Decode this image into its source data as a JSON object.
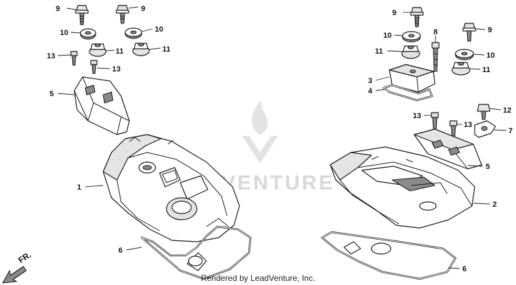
{
  "callouts": {
    "p9_a": "9",
    "p9_b": "9",
    "p10_a": "10",
    "p10_b": "10",
    "p11_a": "11",
    "p11_b": "11",
    "p13_a": "13",
    "p13_b": "13",
    "p5_a": "5",
    "p1": "1",
    "p6_a": "6",
    "p9_c": "9",
    "p9_d": "9",
    "p10_c": "10",
    "p10_d": "10",
    "p8": "8",
    "p11_c": "11",
    "p11_d": "11",
    "p3": "3",
    "p4": "4",
    "p13_c": "13",
    "p13_d": "13",
    "p12": "12",
    "p7": "7",
    "p5_b": "5",
    "p2": "2",
    "p6_b": "6"
  },
  "direction_label": "FR.",
  "watermark": "VENTURE",
  "footer": "Rendered by LeadVenture, Inc.",
  "icons": {
    "direction": "arrow-down-left-icon",
    "watermark_mark": "flame-v-logo-icon"
  },
  "colors": {
    "line": "#1a1a1a",
    "watermark": "#d9d9d9",
    "background": "#ffffff"
  }
}
